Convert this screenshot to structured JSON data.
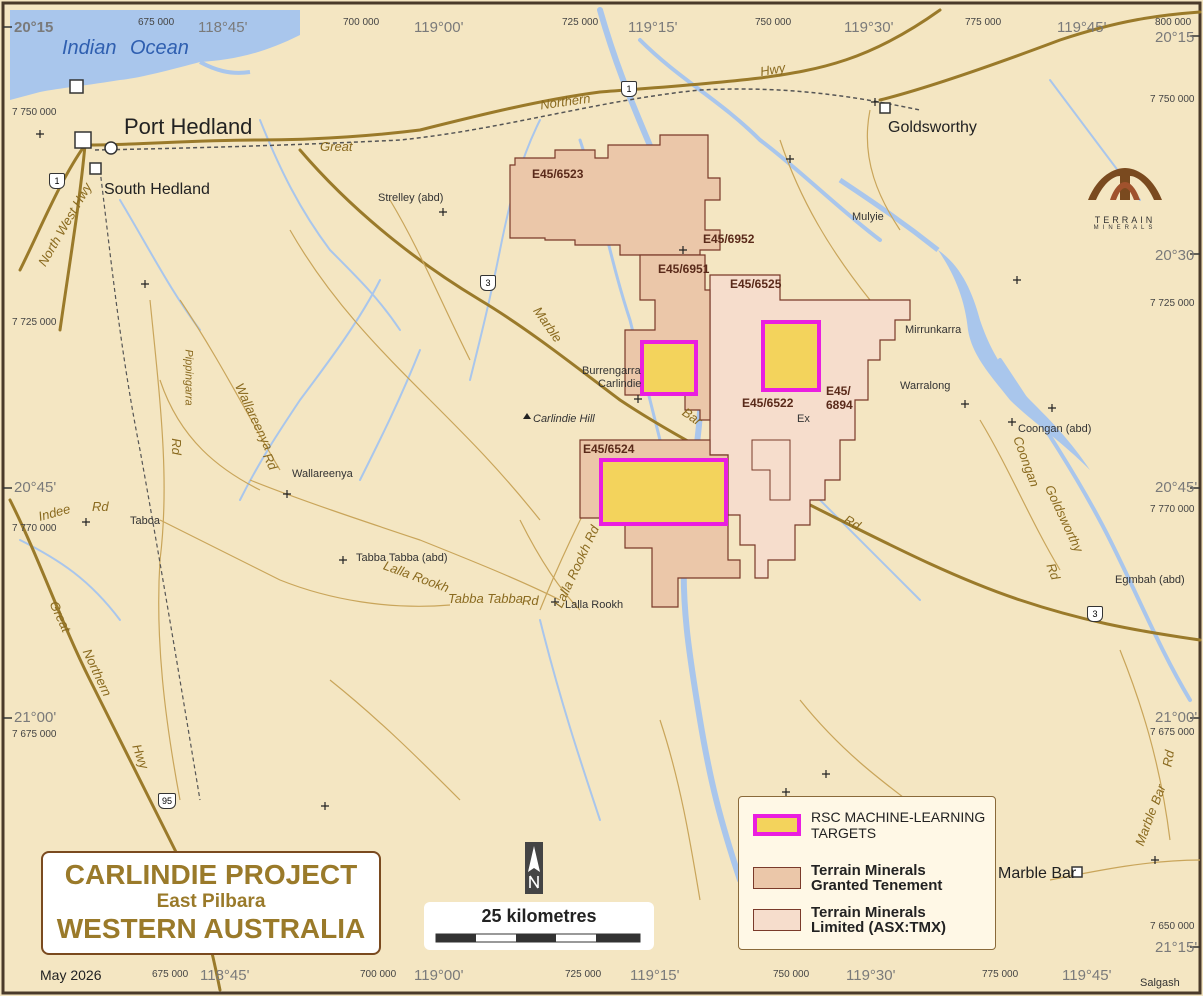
{
  "map": {
    "title_line1": "CARLINDIE PROJECT",
    "title_line2": "East Pilbara",
    "title_line3": "WESTERN AUSTRALIA",
    "date": "May 2026",
    "ocean_line1": "Indian",
    "ocean_line2": "Ocean",
    "scale_label": "25 kilometres",
    "north_label": "N",
    "logo": {
      "line1": "TERRAIN",
      "line2": "MINERALS"
    },
    "coords": {
      "lat_2015_left": "20°15",
      "lat_2015_right": "20°15",
      "lat_2030": "20°30",
      "lat_2045_left": "20°45'",
      "lat_2045_right": "20°45'",
      "lat_2100_left": "21°00'",
      "lat_2100_right": "21°00'",
      "lat_2115_right": "21°15'",
      "lon_11845_top": "118°45'",
      "lon_11900_top": "119°00'",
      "lon_11915_top": "119°15'",
      "lon_11930_top": "119°30'",
      "lon_11945_top": "119°45'",
      "lon_11845_bot": "118°45'",
      "lon_11900_bot": "119°00'",
      "lon_11915_bot": "119°15'",
      "lon_11930_bot": "119°30'",
      "lon_11945_bot": "119°45'",
      "e_675_top": "675 000",
      "e_700_top": "700 000",
      "e_725_top": "725 000",
      "e_750_top": "750 000",
      "e_775_top": "775 000",
      "e_800_top": "800 000",
      "e_675_bot": "675 000",
      "e_700_bot": "700 000",
      "e_725_bot": "725 000",
      "e_750_bot": "750 000",
      "e_775_bot": "775 000",
      "n_7750_left": "7 750 000",
      "n_7725_left": "7 725 000",
      "n_7770_left": "7 770 000",
      "n_7675_left": "7 675 000",
      "n_7750_right": "7 750 000",
      "n_7725_right": "7 725 000",
      "n_7770_right": "7 770 000",
      "n_7675_right": "7 675 000",
      "n_7650_right": "7 650 000"
    },
    "towns": {
      "port_hedland": "Port Hedland",
      "south_hedland": "South Hedland",
      "goldsworthy": "Goldsworthy",
      "marble_bar": "Marble Bar",
      "strelley": "Strelley (abd)",
      "mulyie": "Mulyie",
      "mirrunkarra": "Mirrunkarra",
      "warralong": "Warralong",
      "coongan": "Coongan (abd)",
      "burrengarra": "Burrengarra",
      "carlindie": "Carlindie",
      "carlindie_hill": "Carlindie Hill",
      "wallareenya": "Wallareenya",
      "taboa": "Taboa",
      "tabba_tabba": "Tabba Tabba (abd)",
      "lalla_rookh": "Lalla Rookh",
      "egmbah": "Egmbah (abd)",
      "salgash": "Salgash"
    },
    "roads": {
      "great_northern_hwy_top_1": "Great",
      "great_northern_hwy_top_2": "Northern",
      "great_northern_hwy_top_3": "Hwy",
      "north_west_hwy": "North West Hwy",
      "marble_bar_rd_1": "Marble",
      "marble_bar_rd_2": "Bar",
      "marble_bar_rd_3": "Rd",
      "wallareenya_rd_1": "Wallareenya",
      "wallareenya_rd_2": "Rd",
      "indee_rd_1": "Indee",
      "indee_rd_2": "Rd",
      "lalla_rookh_rd_1": "Lalla Rookh",
      "lalla_rookh_rd_2": "Lalla Rookh Rd",
      "tabba_tabba_rd": "Tabba Tabba",
      "tabba_rd": "Rd",
      "great_sw_1": "Great",
      "great_sw_2": "Northern",
      "great_sw_3": "Hwy",
      "coongan_rd": "Coongan",
      "goldsworthy_rd": "Goldsworthy",
      "goldsworthy_rd2": "Rd",
      "marble_bar_rd_se_1": "Marble",
      "marble_bar_rd_se_2": "Bar",
      "marble_bar_rd_se_3": "Rd",
      "pippingarra": "Pippingarra",
      "rd_pippingarra": "Rd",
      "shield_1": "1",
      "shield_1b": "1",
      "shield_3": "3",
      "shield_95": "95",
      "shield_3b": "3"
    },
    "tenements": {
      "e45_6523": "E45/6523",
      "e45_6952": "E45/6952",
      "e45_6951": "E45/6951",
      "e45_6525": "E45/6525",
      "e45_6522": "E45/6522",
      "e45_6894_1": "E45/",
      "e45_6894_2": "6894",
      "e45_6524": "E45/6524",
      "ex": "Ex"
    }
  },
  "legend": {
    "targets_line1": "RSC MACHINE-LEARNING",
    "targets_line2": "TARGETS",
    "granted_line1": "Terrain Minerals",
    "granted_line2": "Granted Tenement",
    "limited_line1": "Terrain Minerals",
    "limited_line2": "Limited (ASX:TMX)"
  },
  "colors": {
    "land": "#f4e6c2",
    "ocean": "#a9c6ec",
    "river": "#a9c6ec",
    "road": "#9a7a2a",
    "granted_fill": "#ebc7a9",
    "limited_fill": "#f6ddcc",
    "target_fill": "#f3d35c",
    "target_border": "#ea1ee0",
    "tenement_border": "#7a3a2a"
  }
}
